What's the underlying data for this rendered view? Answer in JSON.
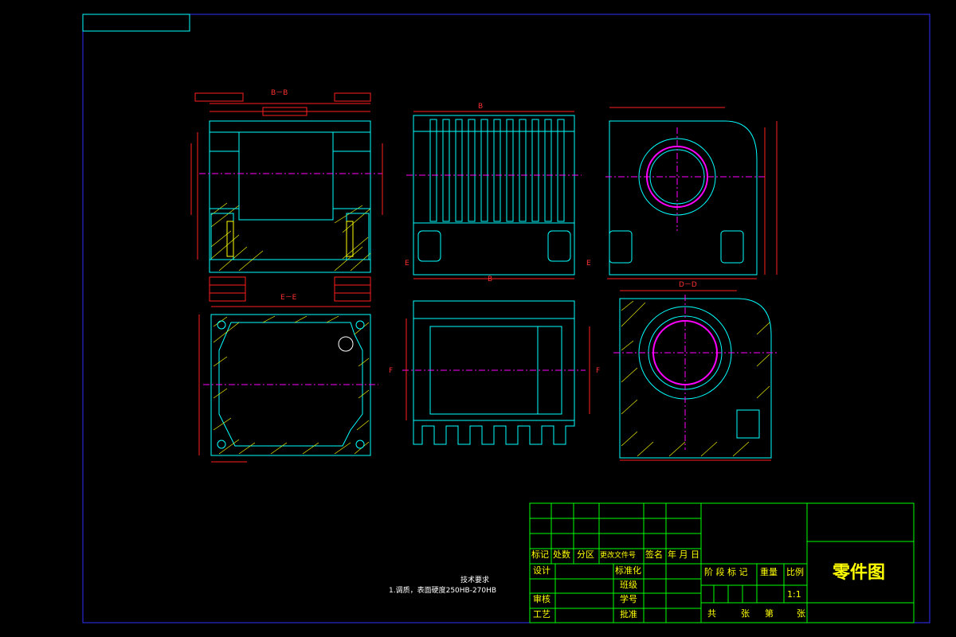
{
  "colors": {
    "background": "#000000",
    "frame": "#3030ff",
    "outline": "#00ffff",
    "dimension": "#ff2020",
    "centerline": "#ff00ff",
    "hatch": "#ffff00",
    "title_block": "#00ff00",
    "text_yellow": "#ffff00",
    "text_white": "#ffffff"
  },
  "section_labels": {
    "view1": "B－B",
    "view2": "B",
    "view3": "D－D",
    "view4": "E－E",
    "view5_left": "F",
    "view5_right": "F",
    "view2_bottom": "B",
    "view2_left": "E",
    "view2_right": "E"
  },
  "technical_requirements": {
    "heading": "技术要求",
    "item1": "1.调质，表面硬度250HB-270HB"
  },
  "title_block": {
    "rev_headers": [
      "标记",
      "处数",
      "分区",
      "更改文件号",
      "签名",
      "年 月 日"
    ],
    "left_rows": [
      "设计",
      "审核",
      "工艺"
    ],
    "mid_rows": [
      "标准化",
      "班级",
      "学号",
      "批准"
    ],
    "stage_headers": [
      "阶 段 标 记",
      "重量",
      "比例"
    ],
    "scale": "1:1",
    "sheet_count": [
      "共",
      "张",
      "第",
      "张"
    ],
    "drawing_name": "零件图"
  }
}
